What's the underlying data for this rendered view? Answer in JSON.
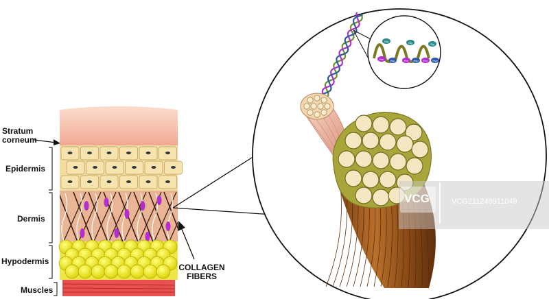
{
  "labels": {
    "stratum_line1": "Stratum",
    "stratum_line2": "corneum",
    "epidermis": "Epidermis",
    "dermis": "Dermis",
    "hypodermis": "Hypodermis",
    "muscles": "Muscles",
    "collagen_line1": "COLLAGEN",
    "collagen_line2": "FIBERS"
  },
  "watermark": {
    "brand": "VCG",
    "id_text": "VCG211248911049"
  },
  "molecule_labels": [
    "Gly",
    "Pro",
    "Hyp",
    "Gly",
    "Pro",
    "Hyp",
    "Gly",
    "Pro",
    "Hyp"
  ],
  "colors": {
    "stratum": "#f7c2ae",
    "epidermis": "#f3dca0",
    "dermis": "#e9b594",
    "hypodermis": "#f2ee1c",
    "muscle": "#e7504f",
    "fiber_outer": "#a8a63a",
    "fibril": "#f6e7c3",
    "bundle": "#9c5520",
    "purple": "#b32ed1"
  }
}
